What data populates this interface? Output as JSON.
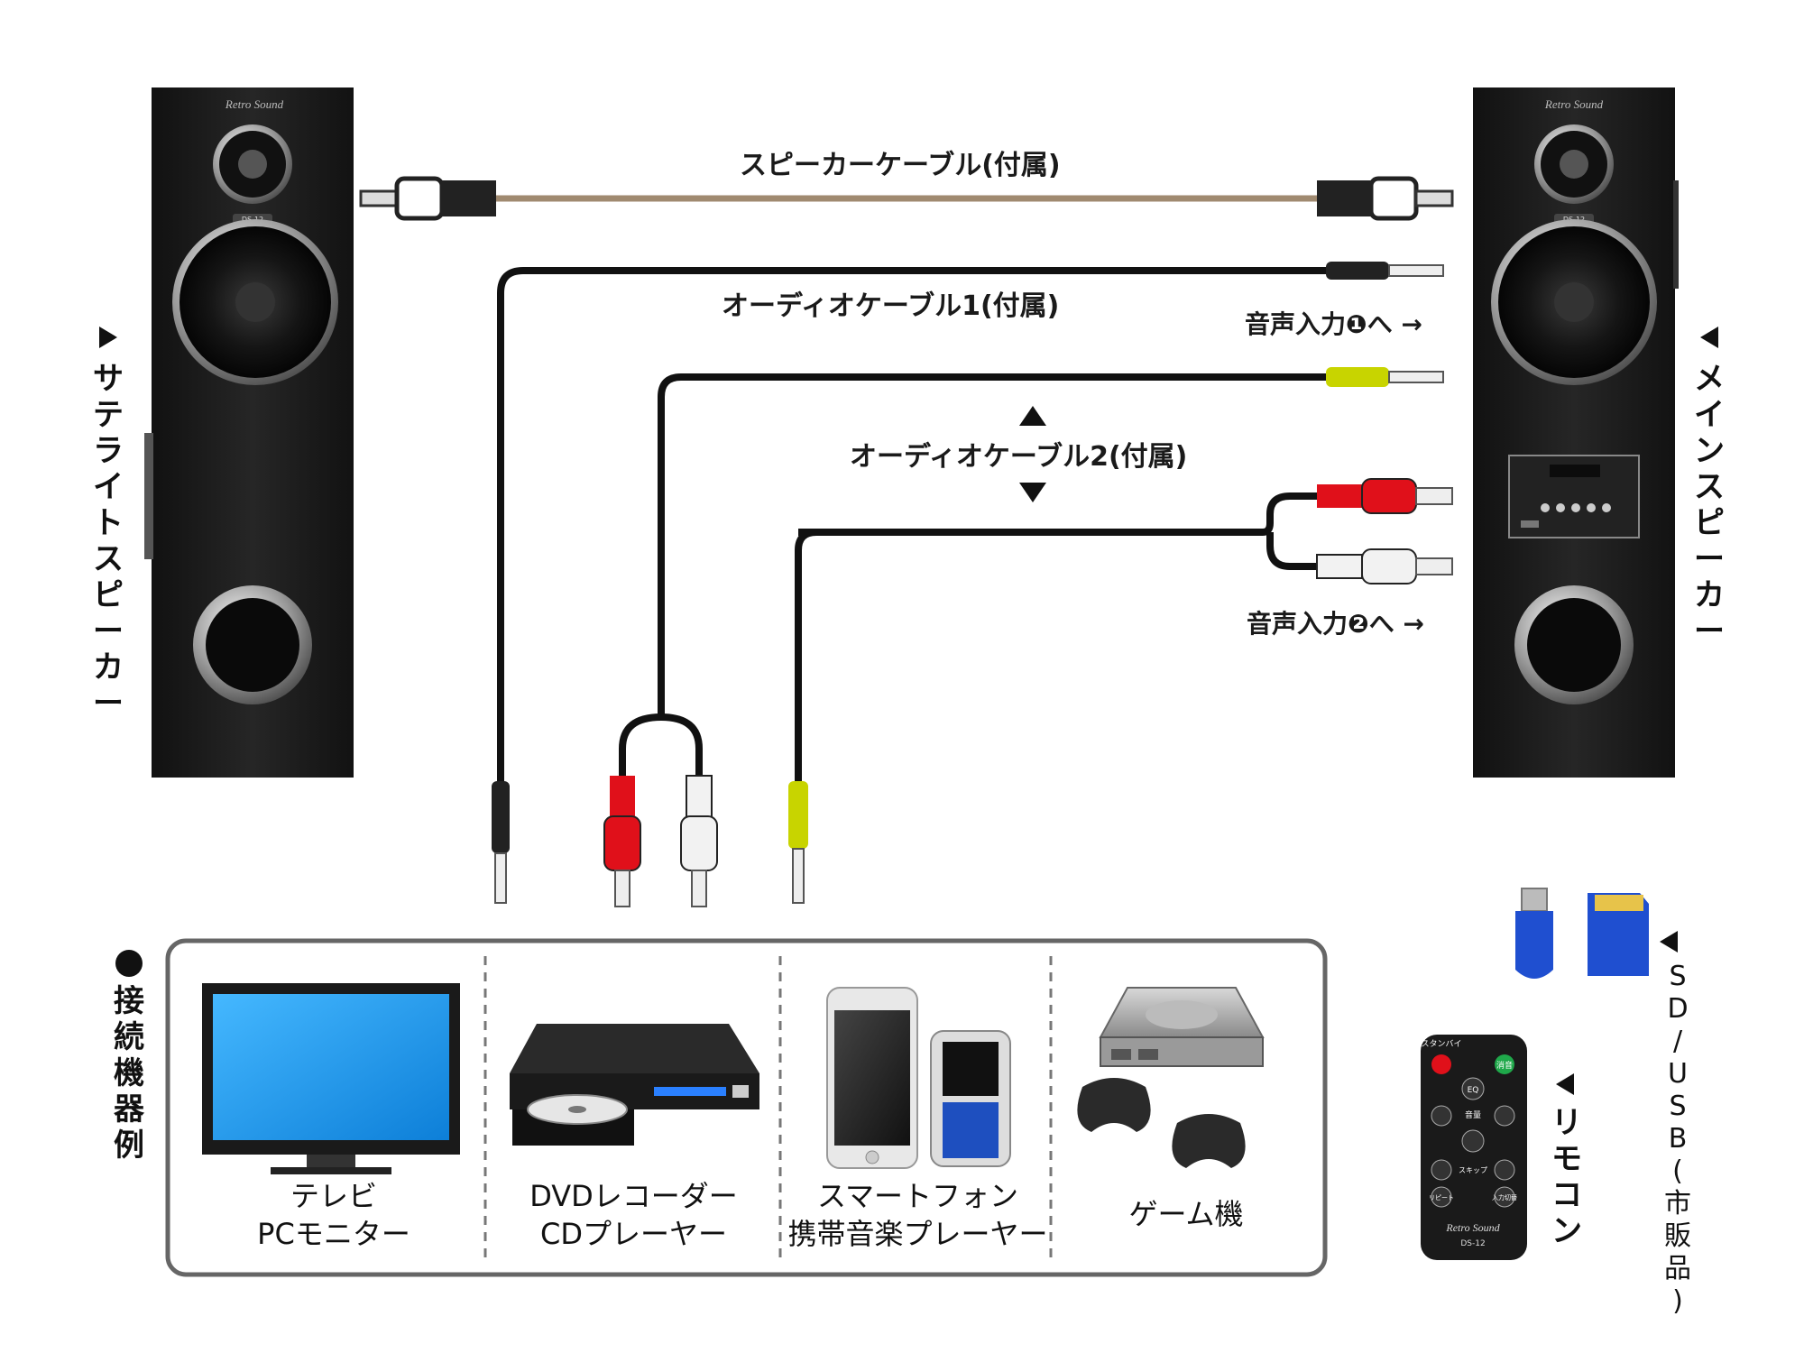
{
  "speaker_labels": {
    "satellite": "サテライトスピーカー",
    "main": "メインスピーカー"
  },
  "speaker_branding": {
    "brand": "Retro Sound",
    "model": "DS-12"
  },
  "cables": {
    "speaker_cable": "スピーカーケーブル(付属)",
    "audio_cable_1": "オーディオケーブル1(付属)",
    "audio_cable_2": "オーディオケーブル2(付属)"
  },
  "inputs": {
    "input_1": "音声入力❶へ →",
    "input_2": "音声入力❷へ →"
  },
  "devices_section": {
    "title": "接続機器例",
    "devices": [
      {
        "line1": "テレビ",
        "line2": "PCモニター"
      },
      {
        "line1": "DVDレコーダー",
        "line2": "CDプレーヤー"
      },
      {
        "line1": "スマートフォン",
        "line2": "携帯音楽プレーヤー"
      },
      {
        "line1": "ゲーム機",
        "line2": ""
      }
    ]
  },
  "accessories": {
    "sd_usb": "SD/USB(市販品)",
    "remote": "リモコン"
  },
  "remote_labels": {
    "standby": "スタンバイ",
    "mute": "消音",
    "eq": "EQ",
    "volume": "音量",
    "skip": "スキップ",
    "repeat": "リピート",
    "input_switch": "入力切替",
    "brand": "Retro Sound",
    "model": "DS-12"
  },
  "colors": {
    "speaker_body": "#1c1c1c",
    "cable_tan": "#a08a70",
    "cable_black": "#111111",
    "plug_red": "#e0101a",
    "plug_white": "#f2f2f2",
    "plug_yellow": "#c8d400",
    "tv_screen": "#1e9bea",
    "usb_blue": "#1f4fd0"
  }
}
